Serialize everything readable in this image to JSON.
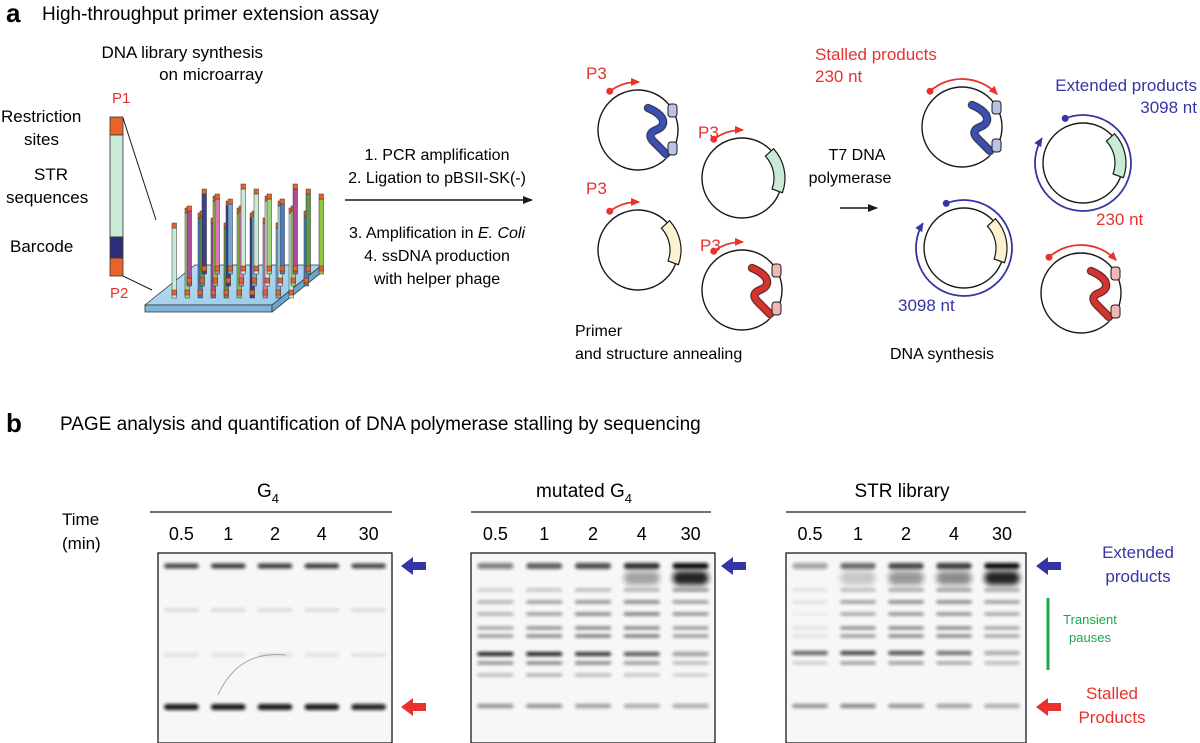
{
  "panel_a": {
    "letter": "a",
    "title": "High-throughput primer extension assay",
    "library_title_1": "DNA library synthesis",
    "library_title_2": "on microarray",
    "restriction_sites_1": "Restriction",
    "restriction_sites_2": "sites",
    "str_1": "STR",
    "str_2": "sequences",
    "barcode": "Barcode",
    "p1": "P1",
    "p2": "P2",
    "steps": [
      "1. PCR amplification",
      "2. Ligation to pBSII-SK(-)",
      "3. Amplification in E. Coli",
      "4. ssDNA production",
      "with helper phage"
    ],
    "step3_prefix": "3. Amplification in ",
    "step3_italic": "E. Coli",
    "primer_label": "P3",
    "annealing_1": "Primer",
    "annealing_2": "and structure annealing",
    "t7_1": "T7 DNA",
    "t7_2": "polymerase",
    "stalled_1": "Stalled products",
    "stalled_2": "230 nt",
    "extended_1": "Extended products",
    "extended_2": "3098 nt",
    "nt_3098": "3098 nt",
    "nt_230": "230 nt",
    "dna_synthesis": "DNA synthesis",
    "colors": {
      "red": "#e8322d",
      "blue": "#3535a5",
      "orange": "#e8632a",
      "mint": "#c9ead7",
      "navy": "#2e2e7a",
      "green": "#1aa84a"
    }
  },
  "panel_b": {
    "letter": "b",
    "title": "PAGE analysis and quantification of DNA polymerase stalling by sequencing",
    "time_1": "Time",
    "time_2": "(min)",
    "gels": [
      {
        "name": "G4",
        "name_base": "G",
        "name_sub": "4",
        "lanes": [
          "0.5",
          "1",
          "2",
          "4",
          "30"
        ]
      },
      {
        "name": "mutated G4",
        "name_base": "mutated G",
        "name_sub": "4",
        "lanes": [
          "0.5",
          "1",
          "2",
          "4",
          "30"
        ]
      },
      {
        "name": "STR library",
        "name_base": "STR library",
        "name_sub": "",
        "lanes": [
          "0.5",
          "1",
          "2",
          "4",
          "30"
        ]
      }
    ],
    "extended_1": "Extended",
    "extended_2": "products",
    "transient_1": "Transient",
    "transient_2": "pauses",
    "stalled_1": "Stalled",
    "stalled_2": "Products"
  }
}
